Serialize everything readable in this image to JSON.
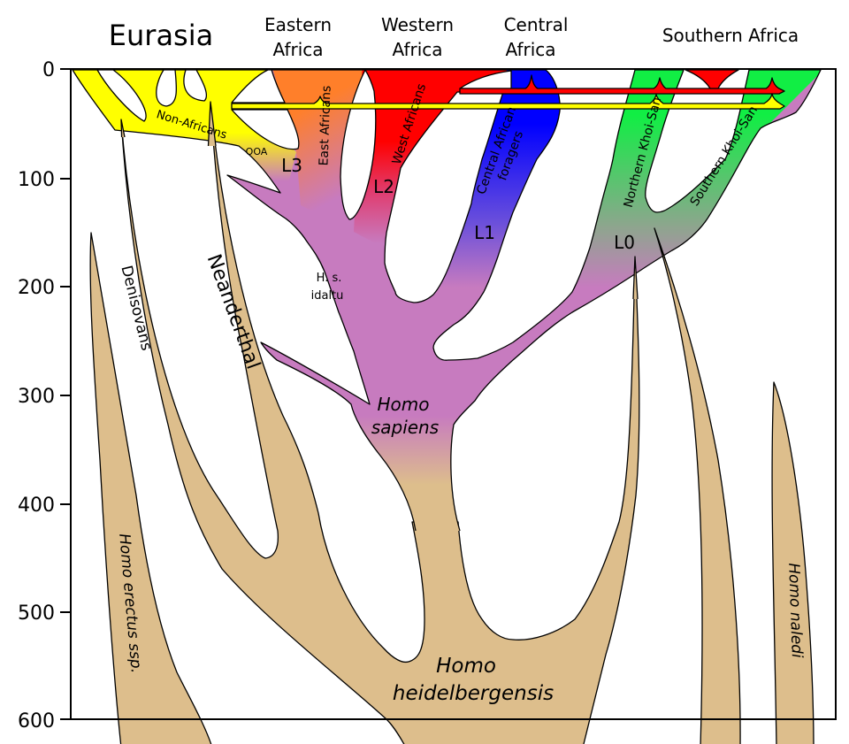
{
  "headers": {
    "eurasia": "Eurasia",
    "eastern": [
      "Eastern",
      "Africa"
    ],
    "western": [
      "Western",
      "Africa"
    ],
    "central": [
      "Central",
      "Africa"
    ],
    "southern": "Southern Africa"
  },
  "axis": {
    "unit_note": "",
    "ticks": [
      "0",
      "100",
      "200",
      "300",
      "400",
      "500",
      "600"
    ]
  },
  "labels": {
    "non_africans": "Non-Africans",
    "ooa": "OOA",
    "l3": "L3",
    "east_africans": "East Africans",
    "l2": "L2",
    "west_africans": "West Africans",
    "central_foragers": [
      "Central African",
      "foragers"
    ],
    "l1": "L1",
    "northern_khoisan": "Northern Khoi-San",
    "southern_khoisan": "Southern Khoi-San",
    "l0": "L0",
    "idaltu": [
      "H. s.",
      "idaltu"
    ],
    "sapiens": [
      "Homo",
      "sapiens"
    ],
    "neanderthal": "Neanderthal",
    "denisovans": "Denisovans",
    "erectus": "Homo erectus ssp.",
    "heidelbergensis": [
      "Homo",
      "heidelbergensis"
    ],
    "naledi": "Homo naledi"
  },
  "colors": {
    "archaic_tan": "#ddbe8c",
    "sapiens_purple": "#c77bbf",
    "non_african_yellow": "#ffff00",
    "east_african_orange": "#ff7f2a",
    "west_african_red": "#ff0000",
    "central_african_blue": "#0000ff",
    "khoisan_green": "#11ee44"
  }
}
